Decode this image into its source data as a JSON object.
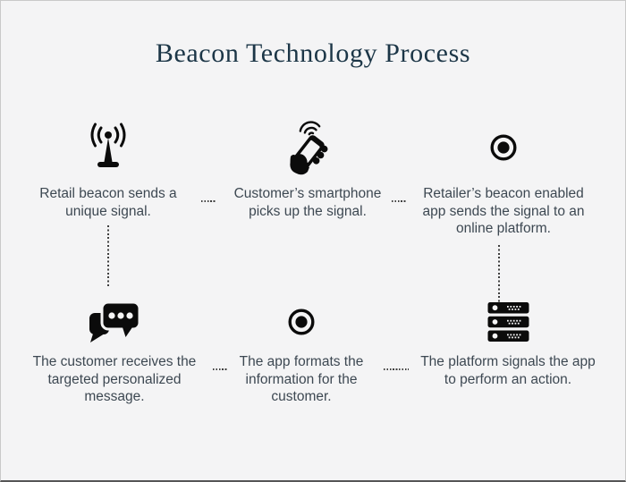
{
  "header": {
    "title": "Beacon Technology Process"
  },
  "colors": {
    "background": "#f4f4f5",
    "title_text": "#1c3647",
    "body_text": "#3d4852",
    "icon": "#0b0b0b",
    "connector_dots": "#3f3f3f"
  },
  "rows": [
    {
      "cells": [
        {
          "icon": "beacon-antenna-icon",
          "label": "Retail beacon sends a unique signal."
        },
        {
          "icon": "smartphone-in-hand-icon",
          "label": "Customer’s smartphone picks up the signal."
        },
        {
          "icon": "record-dot-icon",
          "label": "Retailer’s beacon enabled app sends the signal to an online platform."
        }
      ]
    },
    {
      "cells": [
        {
          "icon": "chat-messages-icon",
          "label": "The customer receives the targeted personalized message."
        },
        {
          "icon": "record-dot-icon",
          "label": "The app formats the information for the customer."
        },
        {
          "icon": "server-stack-icon",
          "label": "The platform signals the app to perform an action."
        }
      ]
    }
  ]
}
